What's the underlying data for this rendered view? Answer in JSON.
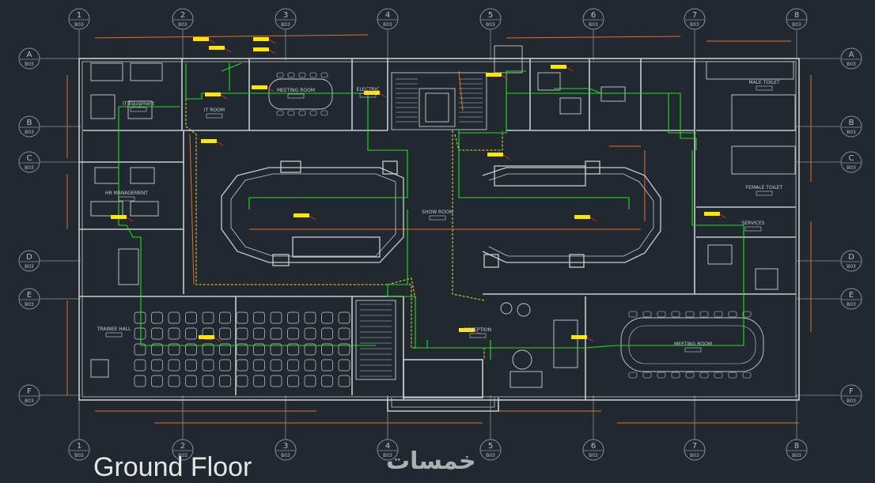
{
  "drawing": {
    "title": "Ground Floor",
    "watermark": "خمسات"
  },
  "grid": {
    "columns": [
      {
        "label": "1",
        "sub": "B03"
      },
      {
        "label": "2",
        "sub": "B03"
      },
      {
        "label": "3",
        "sub": "B03"
      },
      {
        "label": "4",
        "sub": "B03"
      },
      {
        "label": "5",
        "sub": "B03"
      },
      {
        "label": "6",
        "sub": "B03"
      },
      {
        "label": "7",
        "sub": "B03"
      },
      {
        "label": "8",
        "sub": "B03"
      }
    ],
    "rows": [
      {
        "label": "A",
        "sub": "B03"
      },
      {
        "label": "B",
        "sub": "B03"
      },
      {
        "label": "C",
        "sub": "B03"
      },
      {
        "label": "D",
        "sub": "B03"
      },
      {
        "label": "E",
        "sub": "B03"
      },
      {
        "label": "F",
        "sub": "B03"
      }
    ]
  },
  "rooms": [
    {
      "key": "it",
      "label": "IT Equipment"
    },
    {
      "key": "itroom",
      "label": "IT ROOM"
    },
    {
      "key": "meeting1",
      "label": "MEETING ROOM"
    },
    {
      "key": "electric",
      "label": "ELECTRIC"
    },
    {
      "key": "hr",
      "label": "HR MANAGEMENT"
    },
    {
      "key": "showroom",
      "label": "SHOW ROOM"
    },
    {
      "key": "maletoilet",
      "label": "MALE TOILET"
    },
    {
      "key": "femaletoilet",
      "label": "FEMALE TOILET"
    },
    {
      "key": "services",
      "label": "SERVICES"
    },
    {
      "key": "trainee",
      "label": "TRAINEE HALL"
    },
    {
      "key": "reception",
      "label": "RECEPTION"
    },
    {
      "key": "meeting2",
      "label": "MEETING ROOM"
    }
  ],
  "colors": {
    "background": "#212830",
    "wall": "#c7ccd1",
    "grid": "#8a9097",
    "network": "#22dd22",
    "cable_tray": "#e8e040",
    "dimension": "#e0702a",
    "tag": "#ffe600"
  }
}
